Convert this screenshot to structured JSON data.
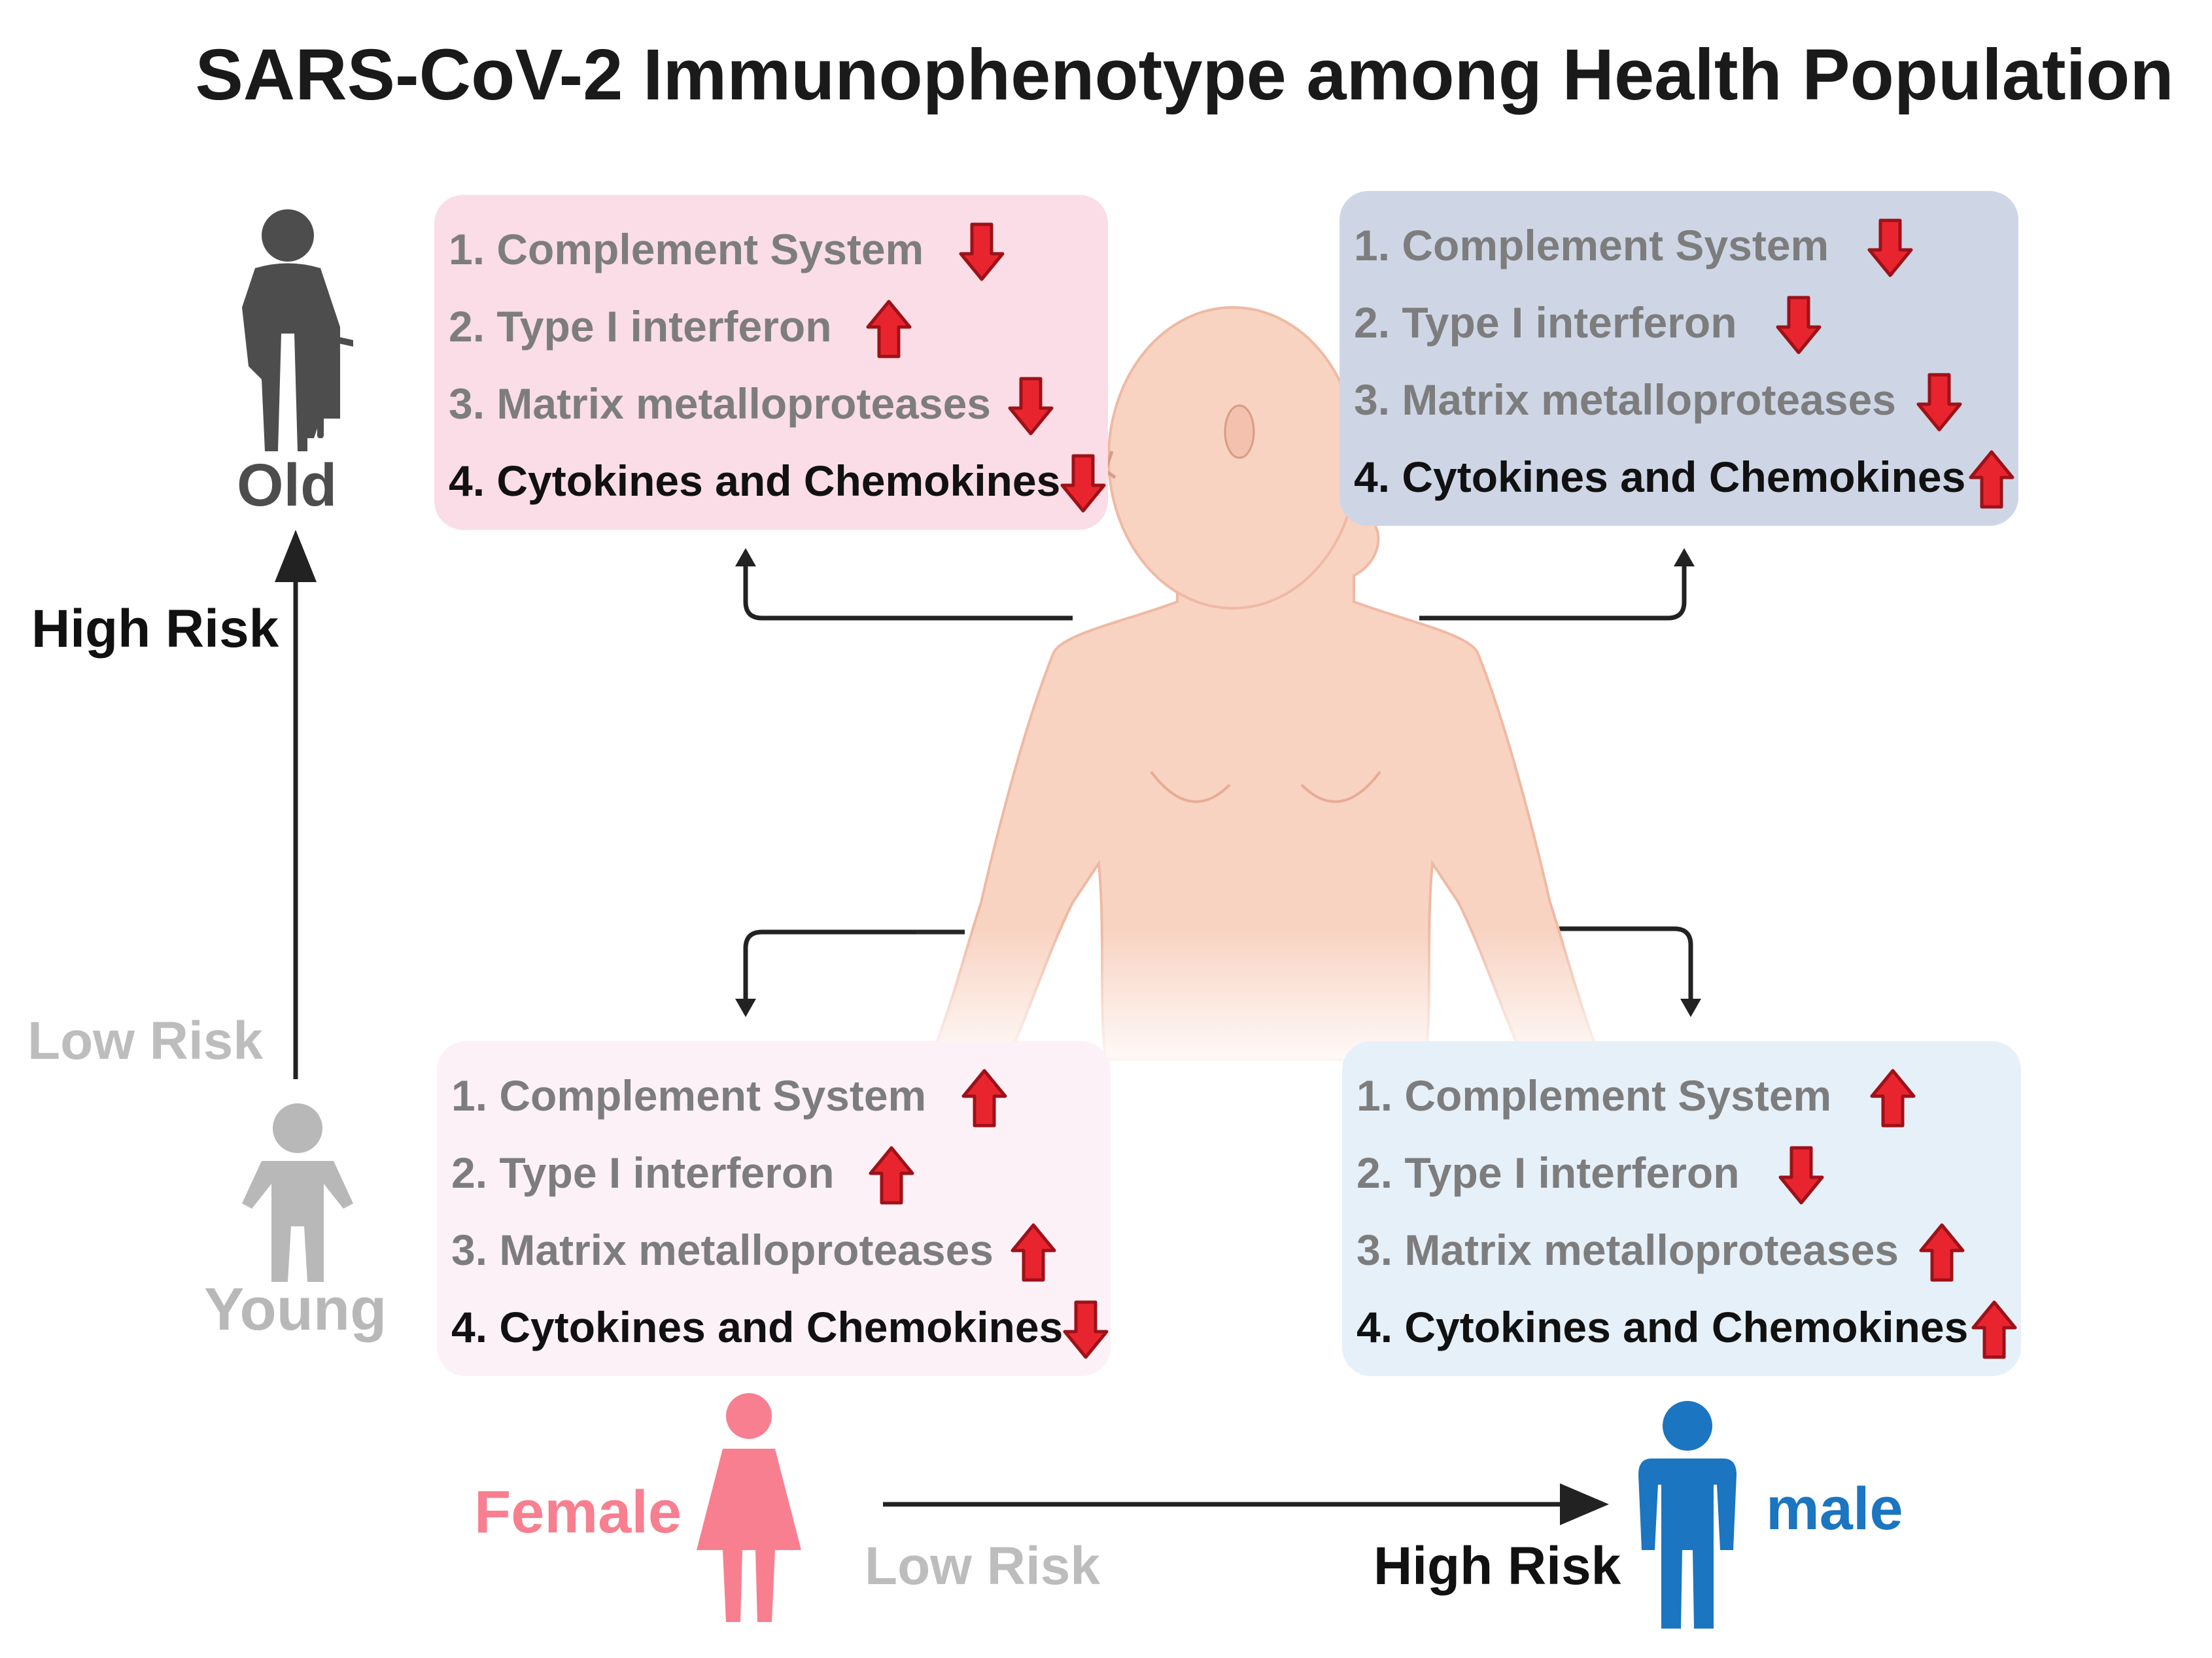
{
  "title": "SARS-CoV-2 Immunophenotype among Health Population",
  "colors": {
    "arrow_red": "#e8252f",
    "arrow_dark": "#9e1118",
    "female_pink": "#f87f8f",
    "male_blue": "#1b75c0",
    "old_gray": "#4d4d4d",
    "young_gray": "#b8b8b8",
    "skin": "#f8d3c2"
  },
  "age_axis": {
    "top_label": "Old",
    "bottom_label": "Young",
    "high_risk": "High Risk",
    "low_risk": "Low Risk"
  },
  "sex_axis": {
    "left_label": "Female",
    "right_label": "male",
    "low_risk": "Low Risk",
    "high_risk": "High Risk"
  },
  "panels": {
    "old_female": {
      "items": [
        {
          "label": "1. Complement System",
          "direction": "down"
        },
        {
          "label": "2. Type I interferon",
          "direction": "up"
        },
        {
          "label": "3. Matrix metalloproteases",
          "direction": "down"
        },
        {
          "label": "4. Cytokines and Chemokines",
          "direction": "down"
        }
      ]
    },
    "old_male": {
      "items": [
        {
          "label": "1. Complement System",
          "direction": "down"
        },
        {
          "label": "2. Type I interferon",
          "direction": "down"
        },
        {
          "label": "3. Matrix metalloproteases",
          "direction": "down"
        },
        {
          "label": "4. Cytokines and Chemokines",
          "direction": "up"
        }
      ]
    },
    "young_female": {
      "items": [
        {
          "label": "1. Complement System",
          "direction": "up"
        },
        {
          "label": "2. Type I interferon",
          "direction": "up"
        },
        {
          "label": "3. Matrix metalloproteases",
          "direction": "up"
        },
        {
          "label": "4. Cytokines and Chemokines",
          "direction": "down"
        }
      ]
    },
    "young_male": {
      "items": [
        {
          "label": "1. Complement System",
          "direction": "up"
        },
        {
          "label": "2. Type I interferon",
          "direction": "down"
        },
        {
          "label": "3. Matrix metalloproteases",
          "direction": "up"
        },
        {
          "label": "4. Cytokines and Chemokines",
          "direction": "up"
        }
      ]
    }
  }
}
